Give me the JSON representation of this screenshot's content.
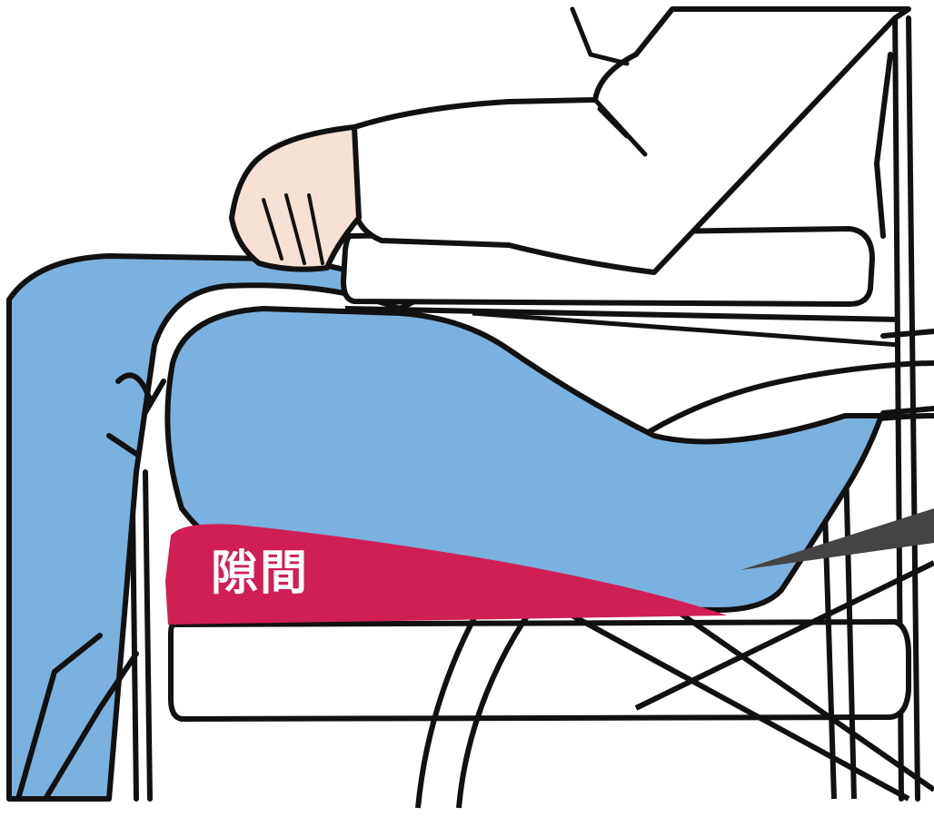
{
  "annotation": {
    "gap_label": "隙間"
  },
  "colors": {
    "pants": "#7bb1de",
    "gap_highlight": "#d01f55",
    "pointer": "#444444",
    "line": "#111111",
    "skin": "#f7e1d5",
    "background": "#ffffff"
  },
  "icons": [
    "wheelchair-illustration",
    "callout-pointer"
  ]
}
